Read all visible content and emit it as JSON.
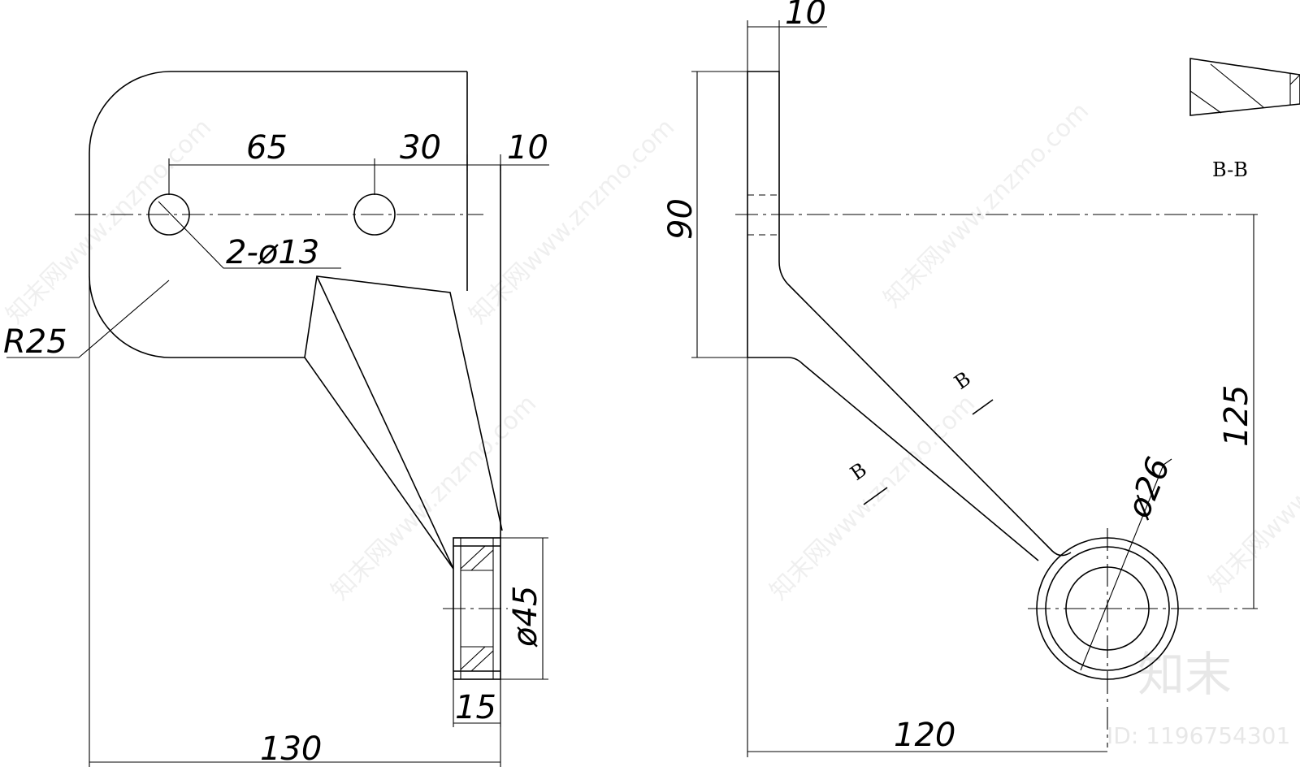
{
  "dimensions": {
    "d65": "65",
    "d30": "30",
    "d10_front": "10",
    "holes": "2-ø13",
    "radius": "R25",
    "d130": "130",
    "d15": "15",
    "d45": "ø45",
    "d10_side": "10",
    "d90": "90",
    "d125": "125",
    "d26": "ø26",
    "d120": "120"
  },
  "section": {
    "title": "B-B",
    "mark_upper": "B",
    "mark_lower": "B"
  },
  "watermark": {
    "repeat_text": "知末网www.znzmo.com",
    "logo": "知末",
    "id": "ID: 1196754301"
  }
}
